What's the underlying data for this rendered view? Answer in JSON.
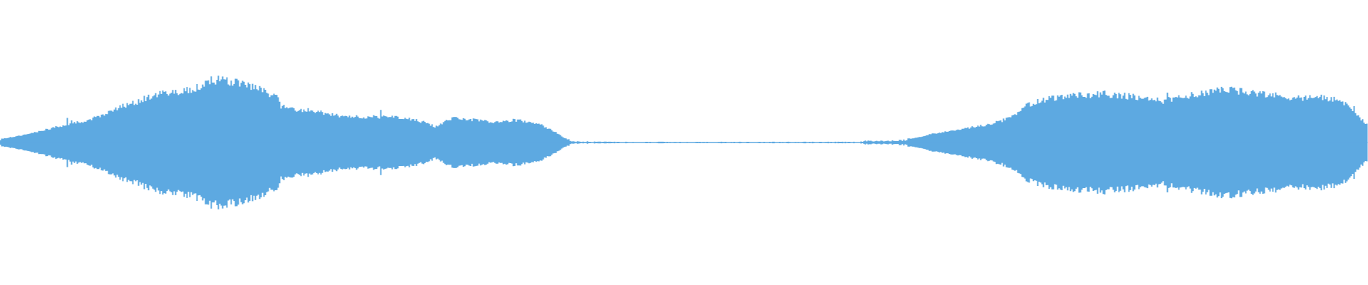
{
  "waveform": {
    "color": "#5DA9E1",
    "background": "#FFFFFF",
    "amplitude_envelope": [
      [
        0.0,
        0.05
      ],
      [
        0.015,
        0.1
      ],
      [
        0.03,
        0.17
      ],
      [
        0.05,
        0.26
      ],
      [
        0.065,
        0.33
      ],
      [
        0.08,
        0.44
      ],
      [
        0.09,
        0.53
      ],
      [
        0.1,
        0.58
      ],
      [
        0.11,
        0.67
      ],
      [
        0.12,
        0.71
      ],
      [
        0.135,
        0.74
      ],
      [
        0.15,
        0.84
      ],
      [
        0.16,
        0.9
      ],
      [
        0.175,
        0.86
      ],
      [
        0.19,
        0.77
      ],
      [
        0.203,
        0.64
      ],
      [
        0.205,
        0.52
      ],
      [
        0.215,
        0.48
      ],
      [
        0.23,
        0.46
      ],
      [
        0.24,
        0.4
      ],
      [
        0.255,
        0.38
      ],
      [
        0.27,
        0.36
      ],
      [
        0.285,
        0.38
      ],
      [
        0.3,
        0.34
      ],
      [
        0.31,
        0.29
      ],
      [
        0.318,
        0.23
      ],
      [
        0.33,
        0.35
      ],
      [
        0.345,
        0.33
      ],
      [
        0.36,
        0.3
      ],
      [
        0.375,
        0.32
      ],
      [
        0.388,
        0.3
      ],
      [
        0.397,
        0.24
      ],
      [
        0.405,
        0.16
      ],
      [
        0.412,
        0.07
      ],
      [
        0.418,
        0.015
      ],
      [
        0.45,
        0.008
      ],
      [
        0.5,
        0.008
      ],
      [
        0.55,
        0.008
      ],
      [
        0.6,
        0.008
      ],
      [
        0.628,
        0.008
      ],
      [
        0.632,
        0.02
      ],
      [
        0.65,
        0.02
      ],
      [
        0.66,
        0.03
      ],
      [
        0.67,
        0.07
      ],
      [
        0.685,
        0.14
      ],
      [
        0.7,
        0.18
      ],
      [
        0.71,
        0.22
      ],
      [
        0.72,
        0.25
      ],
      [
        0.73,
        0.3
      ],
      [
        0.74,
        0.37
      ],
      [
        0.75,
        0.53
      ],
      [
        0.76,
        0.61
      ],
      [
        0.775,
        0.66
      ],
      [
        0.79,
        0.68
      ],
      [
        0.805,
        0.7
      ],
      [
        0.82,
        0.68
      ],
      [
        0.835,
        0.64
      ],
      [
        0.85,
        0.6
      ],
      [
        0.865,
        0.66
      ],
      [
        0.88,
        0.72
      ],
      [
        0.895,
        0.76
      ],
      [
        0.91,
        0.74
      ],
      [
        0.925,
        0.7
      ],
      [
        0.94,
        0.66
      ],
      [
        0.955,
        0.64
      ],
      [
        0.965,
        0.66
      ],
      [
        0.975,
        0.62
      ],
      [
        0.985,
        0.54
      ],
      [
        0.992,
        0.38
      ],
      [
        1.0,
        0.25
      ]
    ]
  }
}
